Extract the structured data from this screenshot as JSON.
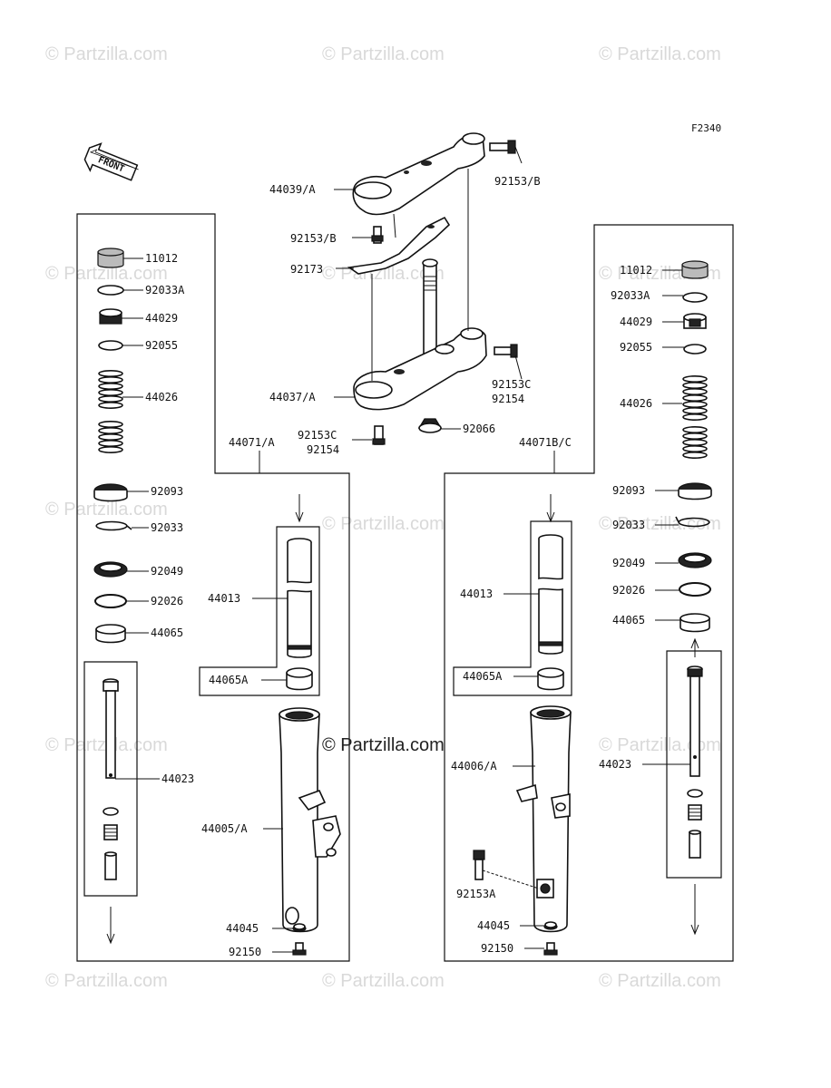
{
  "watermark": "© Partzilla.com",
  "center_watermark": "© Partzilla.com",
  "figure_code": "F2340",
  "front_arrow": "FRONT",
  "labels": {
    "l44039A": "44039/A",
    "l92153B_top": "92153/B",
    "l92153B_mid": "92153/B",
    "l92173": "92173",
    "l44037A": "44037/A",
    "l92153C_mid": "92153C",
    "l92154_mid": "92154",
    "l92153C_low": "92153C",
    "l92154_low": "92154",
    "l92066": "92066",
    "l44071A": "44071/A",
    "l44071BC": "44071B/C",
    "L_11012": "11012",
    "L_92033A": "92033A",
    "L_44029": "44029",
    "L_92055": "92055",
    "L_44026": "44026",
    "L_92093": "92093",
    "L_92033": "92033",
    "L_92049": "92049",
    "L_92026": "92026",
    "L_44065": "44065",
    "L_44023": "44023",
    "L_44013": "44013",
    "L_44065A": "44065A",
    "L_44005A": "44005/A",
    "L_44045": "44045",
    "L_92150": "92150",
    "R_11012": "11012",
    "R_92033A": "92033A",
    "R_44029": "44029",
    "R_92055": "92055",
    "R_44026": "44026",
    "R_92093": "92093",
    "R_92033": "92033",
    "R_92049": "92049",
    "R_92026": "92026",
    "R_44065": "44065",
    "R_44023": "44023",
    "R_44013": "44013",
    "R_44065A": "44065A",
    "R_44006A": "44006/A",
    "R_92153A": "92153A",
    "R_44045": "44045",
    "R_92150": "92150"
  }
}
